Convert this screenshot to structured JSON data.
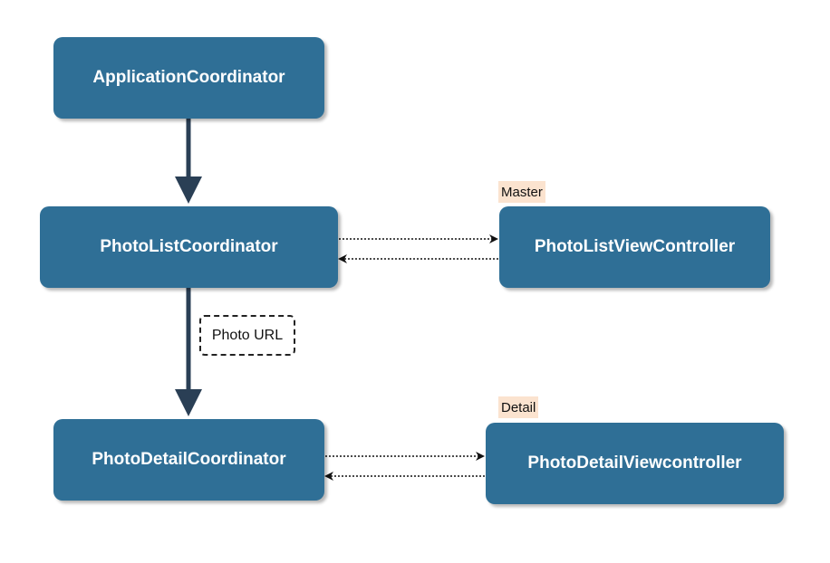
{
  "nodes": {
    "application_coordinator": "ApplicationCoordinator",
    "photo_list_coordinator": "PhotoListCoordinator",
    "photo_list_view_controller": "PhotoListViewController",
    "photo_detail_coordinator": "PhotoDetailCoordinator",
    "photo_detail_view_controller": "PhotoDetailViewcontroller"
  },
  "tags": {
    "master": "Master",
    "detail": "Detail"
  },
  "edge_labels": {
    "photo_url": "Photo URL"
  },
  "colors": {
    "node_fill": "#2f6f96",
    "node_text": "#ffffff",
    "solid_arrow": "#2a3f55",
    "dotted_arrow": "#111111",
    "tag_fill": "#fbe3cf"
  }
}
